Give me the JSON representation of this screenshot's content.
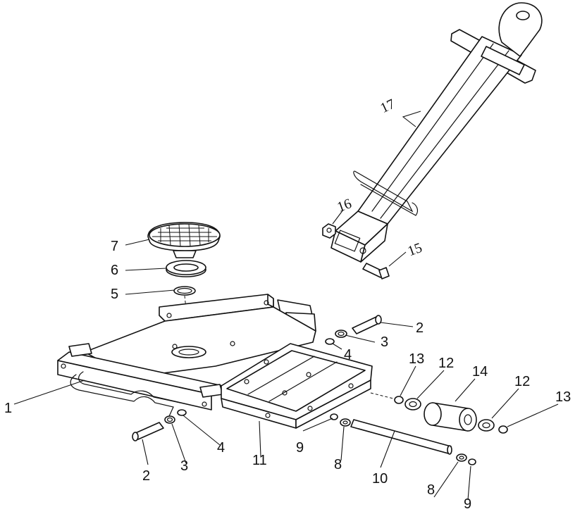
{
  "diagram": {
    "callouts": {
      "c1": "1",
      "c2a": "2",
      "c2b": "2",
      "c3a": "3",
      "c3b": "3",
      "c4a": "4",
      "c4b": "4",
      "c5": "5",
      "c6": "6",
      "c7": "7",
      "c8a": "8",
      "c8b": "8",
      "c9a": "9",
      "c9b": "9",
      "c10": "10",
      "c11": "11",
      "c12a": "12",
      "c12b": "12",
      "c13a": "13",
      "c13b": "13",
      "c14": "14",
      "c15": "15",
      "c16": "16",
      "c17": "17"
    }
  }
}
